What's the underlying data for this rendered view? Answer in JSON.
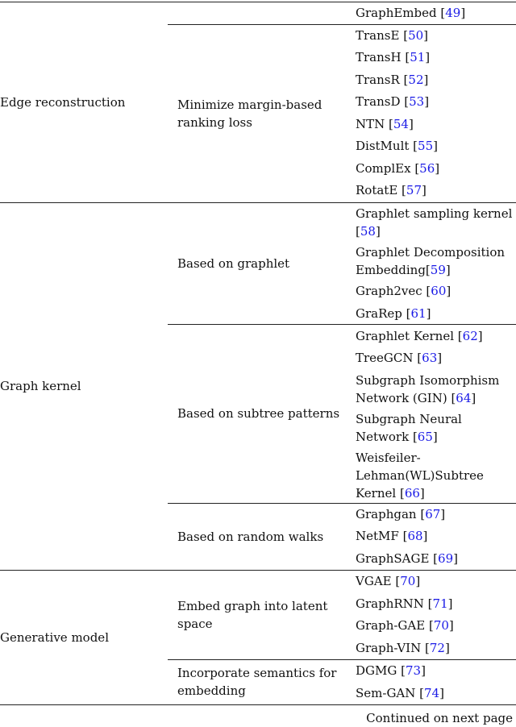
{
  "categories": [
    {
      "label": "Edge reconstruction"
    },
    {
      "label": "Graph kernel"
    },
    {
      "label": "Generative model"
    }
  ],
  "subcategories": [
    {
      "label": ""
    },
    {
      "label": "Minimize margin-based ranking loss"
    },
    {
      "label": "Based on graphlet"
    },
    {
      "label": "Based on subtree patterns"
    },
    {
      "label": "Based on random walks"
    },
    {
      "label": "Embed graph into latent space"
    },
    {
      "label": "Incorporate semantics for embedding"
    }
  ],
  "methods": [
    {
      "name": "GraphEmbed ",
      "ref": "49",
      "lb": "[",
      "rb": "]"
    },
    {
      "name": "TransE ",
      "ref": "50",
      "lb": "[",
      "rb": "]"
    },
    {
      "name": "TransH ",
      "ref": "51",
      "lb": "[",
      "rb": "]"
    },
    {
      "name": "TransR ",
      "ref": "52",
      "lb": "[",
      "rb": "]"
    },
    {
      "name": "TransD ",
      "ref": "53",
      "lb": "[",
      "rb": "]"
    },
    {
      "name": "NTN ",
      "ref": "54",
      "lb": "[",
      "rb": "]"
    },
    {
      "name": "DistMult ",
      "ref": "55",
      "lb": "[",
      "rb": "]"
    },
    {
      "name": "ComplEx ",
      "ref": "56",
      "lb": "[",
      "rb": "]"
    },
    {
      "name": "RotatE ",
      "ref": "57",
      "lb": "[",
      "rb": "]"
    },
    {
      "name": "Graphlet sampling kernel ",
      "ref": "58",
      "lb": "[",
      "rb": "]"
    },
    {
      "name": "Graphlet Decomposition Embedding",
      "ref": "59",
      "lb": "[",
      "rb": "]"
    },
    {
      "name": "Graph2vec ",
      "ref": "60",
      "lb": "[",
      "rb": "]"
    },
    {
      "name": "GraRep ",
      "ref": "61",
      "lb": "[",
      "rb": "]"
    },
    {
      "name": "Graphlet Kernel ",
      "ref": "62",
      "lb": "[",
      "rb": "]"
    },
    {
      "name": "TreeGCN ",
      "ref": "63",
      "lb": "[",
      "rb": "]"
    },
    {
      "name": "Subgraph Isomorphism Network (GIN) ",
      "ref": "64",
      "lb": "[",
      "rb": "]"
    },
    {
      "name": "Subgraph Neural Network ",
      "ref": "65",
      "lb": "[",
      "rb": "]"
    },
    {
      "name": "Weisfeiler-Lehman(WL)Subtree Kernel ",
      "ref": "66",
      "lb": "[",
      "rb": "]"
    },
    {
      "name": "Graphgan ",
      "ref": "67",
      "lb": "[",
      "rb": "]"
    },
    {
      "name": "NetMF ",
      "ref": "68",
      "lb": "[",
      "rb": "]"
    },
    {
      "name": "GraphSAGE ",
      "ref": "69",
      "lb": "[",
      "rb": "]"
    },
    {
      "name": "VGAE ",
      "ref": "70",
      "lb": "[",
      "rb": "]"
    },
    {
      "name": "GraphRNN ",
      "ref": "71",
      "lb": "[",
      "rb": "]"
    },
    {
      "name": "Graph-GAE ",
      "ref": "70",
      "lb": "[",
      "rb": "]"
    },
    {
      "name": "Graph-VIN ",
      "ref": "72",
      "lb": "[",
      "rb": "]"
    },
    {
      "name": "DGMG ",
      "ref": "73",
      "lb": "[",
      "rb": "]"
    },
    {
      "name": "Sem-GAN ",
      "ref": "74",
      "lb": "[",
      "rb": "]"
    }
  ],
  "footer": {
    "text": "Continued on next page"
  },
  "colors": {
    "text": "#111111",
    "reference_link": "#1a1ae6",
    "rule": "#222222"
  }
}
